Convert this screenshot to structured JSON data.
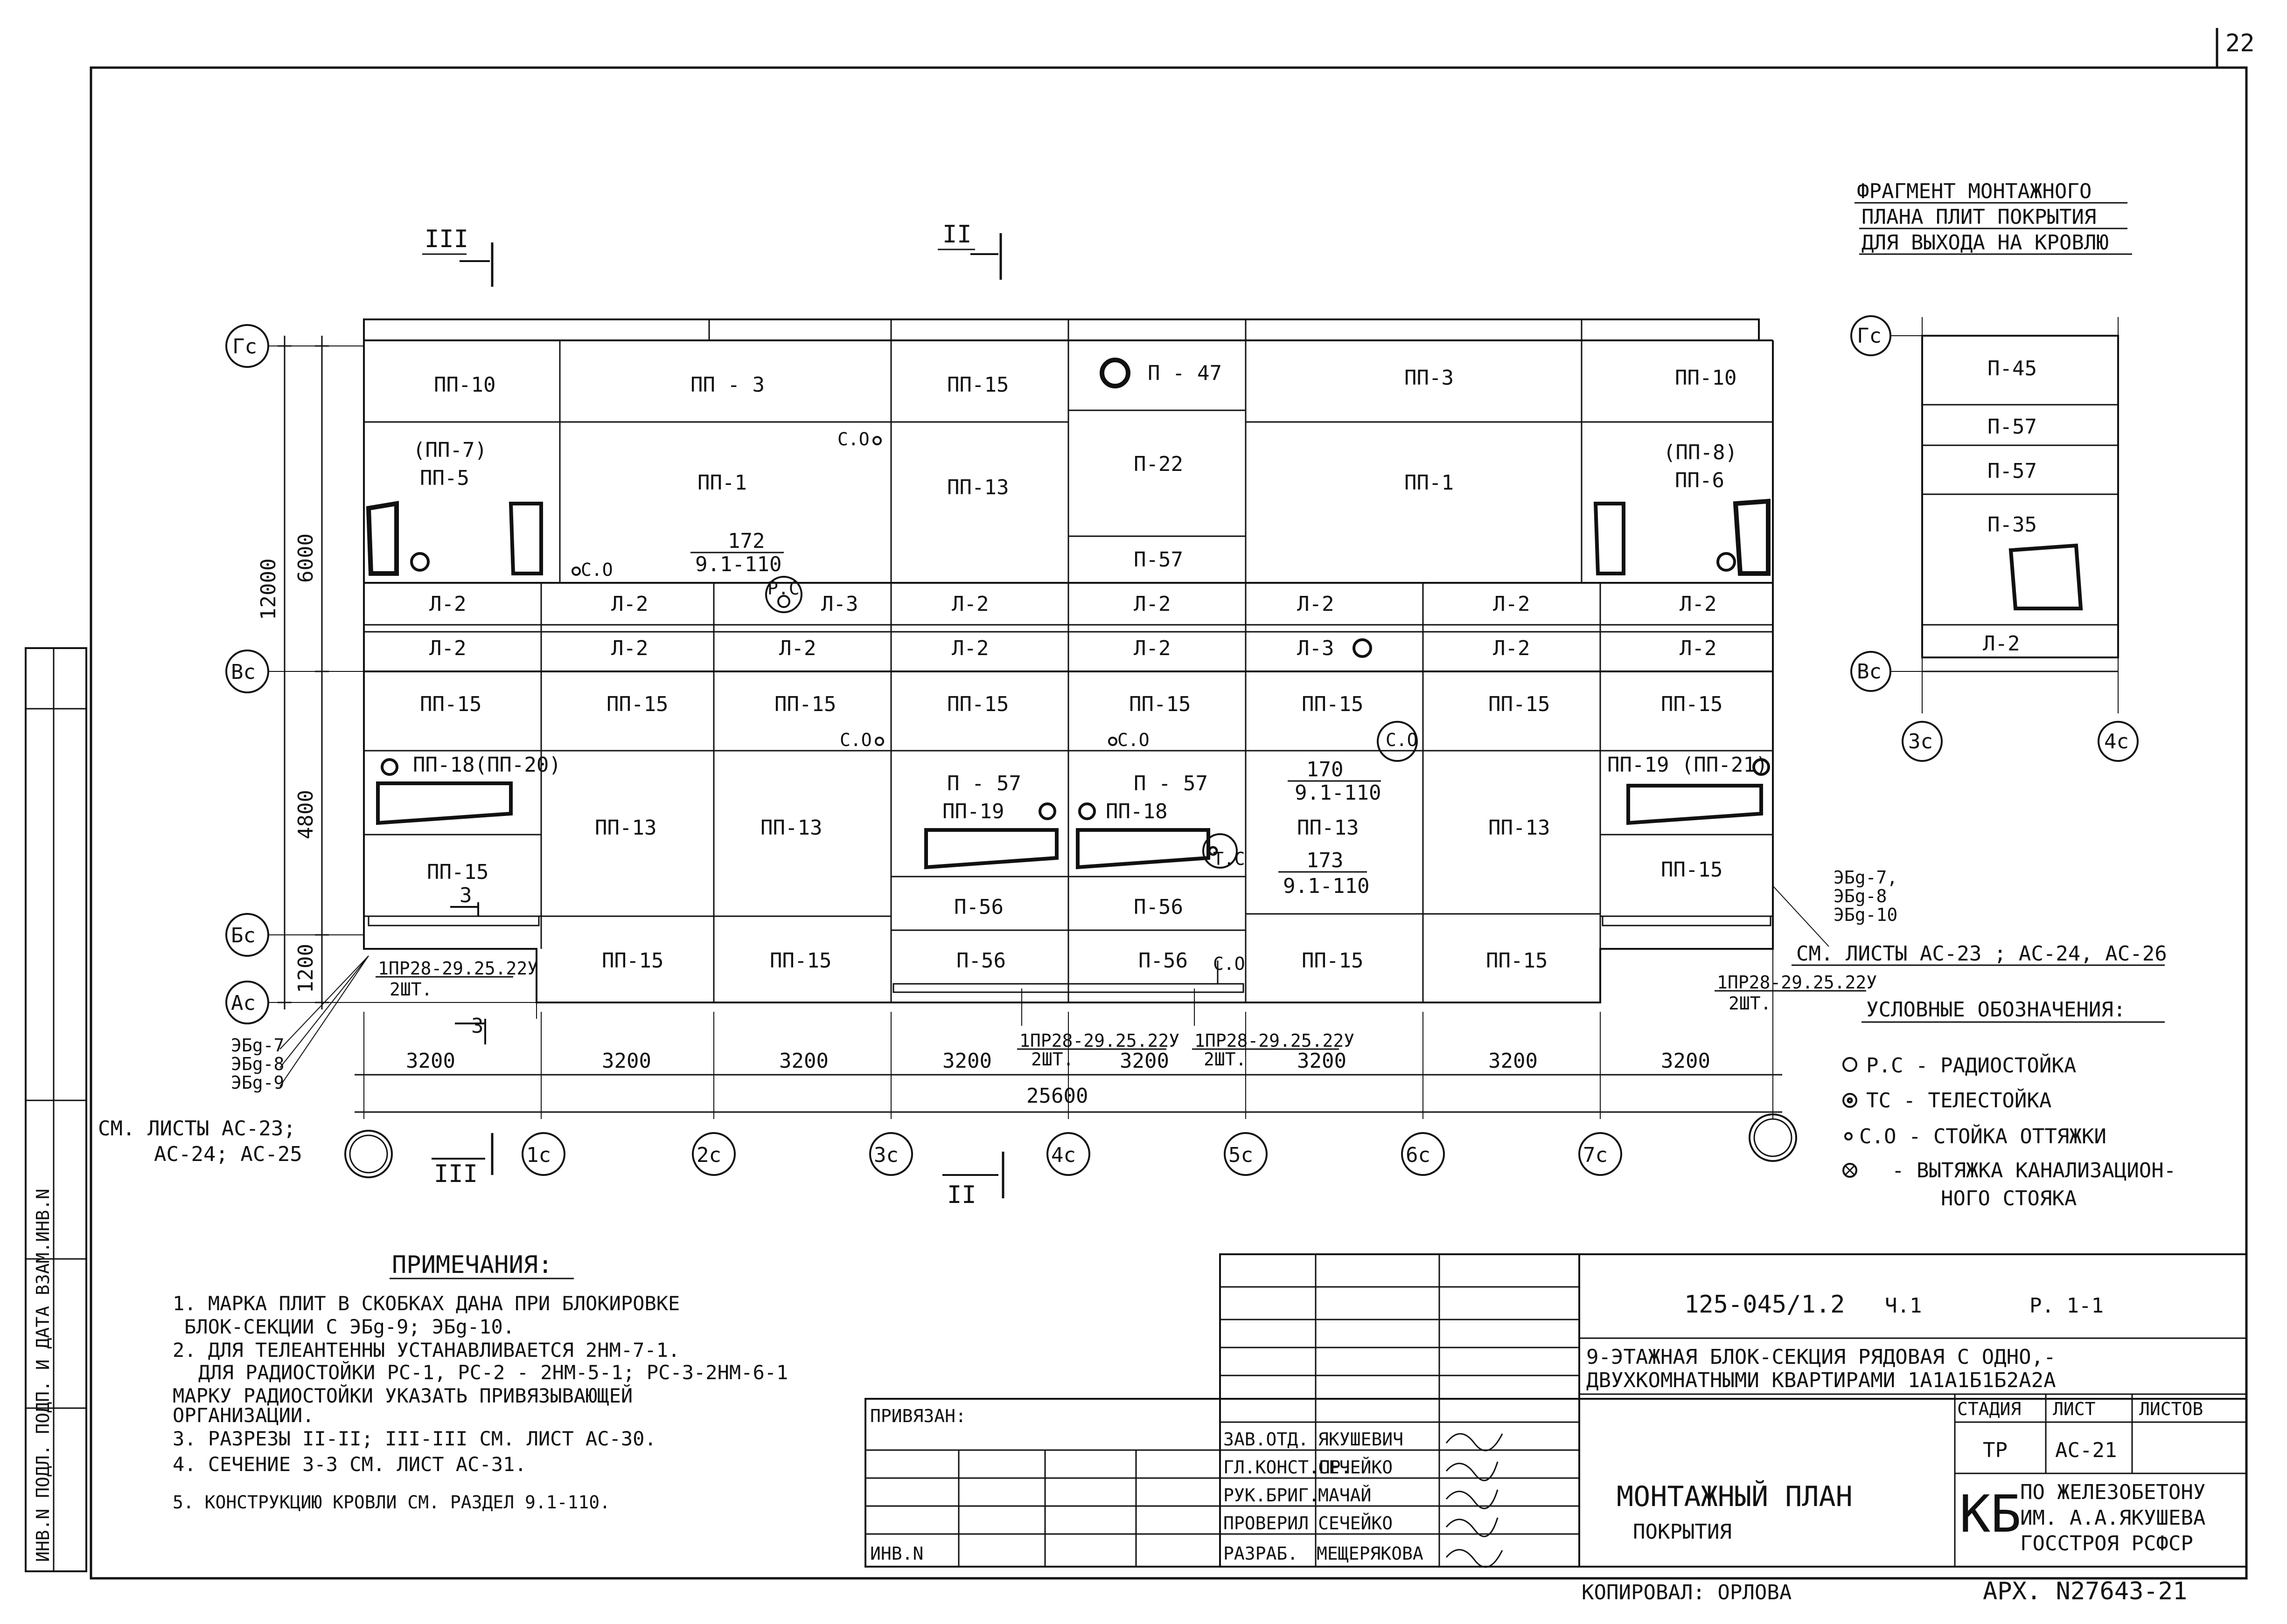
{
  "sheet_no": "22",
  "fragment": {
    "title": [
      "ФРАГМЕНТ МОНТАЖНОГО",
      "ПЛАНА ПЛИТ ПОКРЫТИЯ",
      "ДЛЯ ВЫХОДА НА КРОВЛЮ"
    ],
    "slabs": [
      "П-45",
      "П-57",
      "П-57",
      "П-35",
      "Л-2"
    ],
    "axes": [
      "Гс",
      "Вс",
      "3с",
      "4с"
    ]
  },
  "section_marks": {
    "left_top": "III",
    "mid_top": "II",
    "left_bottom": "III",
    "mid_bottom": "II",
    "cut3": "3"
  },
  "row_axes": [
    "Гс",
    "Вс",
    "Бс",
    "Ас"
  ],
  "col_axes": [
    "1с",
    "2с",
    "3с",
    "4с",
    "5с",
    "6с",
    "7с"
  ],
  "dims_vertical": {
    "total": "12000",
    "d1": "6000",
    "d2": "4800",
    "d3": "1200"
  },
  "dims_horizontal": {
    "bays": [
      "3200",
      "3200",
      "3200",
      "3200",
      "3200",
      "3200",
      "3200",
      "3200"
    ],
    "total": "25600"
  },
  "plan": {
    "row1": [
      "ПП-10",
      "ПП - 3",
      "ПП-15",
      "П - 47",
      "ПП-3",
      "ПП-10"
    ],
    "row2": {
      "a": "(ПП-7)",
      "b": "ПП-5",
      "c": "ПП-1",
      "d": "ПП-13",
      "e": "П-22",
      "f": "П-57",
      "g": "ПП-1",
      "h": "(ПП-8)",
      "i": "ПП-6"
    },
    "co": "С.О",
    "l_row1": [
      "Л-2",
      "Л-2",
      "Л-3",
      "Л-2",
      "Л-2",
      "Л-2",
      "Л-2",
      "Л-2"
    ],
    "l_row2": [
      "Л-2",
      "Л-2",
      "Л-2",
      "Л-2",
      "Л-2",
      "Л-3",
      "Л-2",
      "Л-2"
    ],
    "row3": [
      "ПП-15",
      "ПП-15",
      "ПП-15",
      "ПП-15",
      "ПП-15",
      "ПП-15",
      "ПП-15",
      "ПП-15"
    ],
    "row4": {
      "a": "ПП-18(ПП-20)",
      "b": "ПП-13",
      "c": "ПП-13",
      "d": "П - 57",
      "e": "ПП-19",
      "f": "П - 57",
      "g": "ПП-18",
      "h": "ПП-13",
      "i": "ПП-13",
      "j": "ПП-19 (ПП-21)"
    },
    "row5": {
      "a": "ПП-15",
      "b": "П-56",
      "c": "П-56",
      "d": "ПП-15"
    },
    "row6": [
      "ПП-15",
      "ПП-15",
      "П-56",
      "П-56",
      "ПП-15",
      "ПП-15"
    ],
    "rc": "Р.С",
    "tc": "Т.С",
    "ref1": {
      "num": "172",
      "doc": "9.1-110"
    },
    "ref2": {
      "num": "170",
      "doc": "9.1-110"
    },
    "ref3": {
      "num": "173",
      "doc": "9.1-110"
    },
    "jumpers": [
      "1ПР28-29.25.22У",
      "1ПР28-29.25.22У",
      "1ПР28-29.25.22У",
      "1ПР28-29.25.22У"
    ],
    "qty": "2ШТ.",
    "variants_left": [
      "ЭБg-7",
      "ЭБg-8",
      "ЭБg-9"
    ],
    "variants_right": [
      "ЭБg-7,",
      "ЭБg-8",
      "ЭБg-10"
    ],
    "see_left": [
      "СМ. ЛИСТЫ АС-23;",
      "АС-24; АС-25"
    ],
    "see_right": "СМ. ЛИСТЫ АС-23 ; АС-24, АС-26"
  },
  "legend": {
    "title": "УСЛОВНЫЕ ОБОЗНАЧЕНИЯ:",
    "items": [
      "Р.С - РАДИОСТОЙКА",
      "ТС - ТЕЛЕСТОЙКА",
      "С.О - СТОЙКА ОТТЯЖКИ",
      "- ВЫТЯЖКА КАНАЛИЗАЦИОН-",
      "НОГО СТОЯКА"
    ]
  },
  "notes": {
    "title": "ПРИМЕЧАНИЯ:",
    "lines": [
      "1. МАРКА ПЛИТ В СКОБКАХ ДАНА ПРИ БЛОКИРОВКЕ",
      "БЛОК-СЕКЦИИ С ЭБg-9; ЭБg-10.",
      "2. ДЛЯ ТЕЛЕАНТЕННЫ УСТАНАВЛИВАЕТСЯ 2НМ-7-1.",
      "ДЛЯ РАДИОСТОЙКИ РС-1, РС-2 - 2НМ-5-1; РС-3-2НМ-6-1",
      "МАРКУ РАДИОСТОЙКИ УКАЗАТЬ ПРИВЯЗЫВАЮЩЕЙ",
      "ОРГАНИЗАЦИИ.",
      "3. РАЗРЕЗЫ II-II; III-III СМ. ЛИСТ АС-30.",
      "4. СЕЧЕНИЕ 3-3 СМ. ЛИСТ АС-31.",
      "5. КОНСТРУКЦИЮ КРОВЛИ СМ. РАЗДЕЛ 9.1-110."
    ]
  },
  "stamp": {
    "doc_code": "125-045/1.2",
    "part": "Ч.1",
    "section": "Р. 1-1",
    "title": [
      "9-ЭТАЖНАЯ БЛОК-СЕКЦИЯ РЯДОВАЯ С ОДНО,-",
      "ДВУХКОМНАТНЫМИ КВАРТИРАМИ 1А1А1Б1Б2А2А"
    ],
    "bound": "ПРИВЯЗАН:",
    "inv": "ИНВ.N",
    "roles": [
      "ЗАВ.ОТД.",
      "ГЛ.КОНСТ.ПР.",
      "РУК.БРИГ.",
      "ПРОВЕРИЛ",
      "РАЗРАБ."
    ],
    "names": [
      "ЯКУШЕВИЧ",
      "СЕЧЕЙКО",
      "МАЧАЙ",
      "СЕЧЕЙКО",
      "МЕЩЕРЯКОВА"
    ],
    "sheet_title": [
      "МОНТАЖНЫЙ ПЛАН",
      "ПОКРЫТИЯ"
    ],
    "hdr": [
      "СТАДИЯ",
      "ЛИСТ",
      "ЛИСТОВ"
    ],
    "stage": "ТР",
    "sheet": "АС-21",
    "org_mark": "КБ",
    "org": [
      "ПО ЖЕЛЕЗОБЕТОНУ",
      "ИМ. А.А.ЯКУШЕВА",
      "ГОССТРОЯ РСФСР"
    ]
  },
  "copied": "КОПИРОВАЛ: ОРЛОВА",
  "archive": "АРХ. N27643-21",
  "side_label": "ИНВ.N ПОДЛ.   ПОДП. И ДАТА   ВЗАМ.ИНВ.N"
}
